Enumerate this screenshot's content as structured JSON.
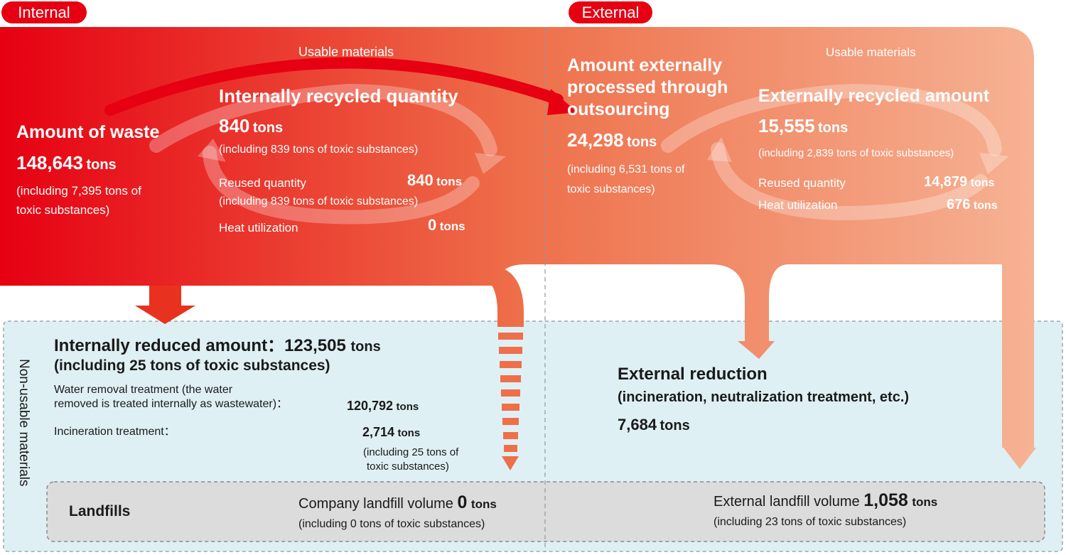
{
  "labels": {
    "internal": "Internal",
    "external": "External",
    "usable_materials": "Usable materials",
    "non_usable_materials": "Non-usable materials"
  },
  "waste": {
    "title": "Amount of waste",
    "value": "148,643",
    "unit": "tons",
    "note1": "(including 7,395 tons of",
    "note2": "toxic substances)"
  },
  "internal_recycled": {
    "title": "Internally recycled quantity",
    "value": "840",
    "unit": "tons",
    "note": "(including 839 tons of toxic substances)",
    "reused_label": "Reused quantity",
    "reused_value": "840",
    "reused_note": "(including 839 tons of toxic substances)",
    "heat_label": "Heat utilization",
    "heat_value": "0"
  },
  "outsourced": {
    "title1": "Amount externally",
    "title2": "processed through",
    "title3": "outsourcing",
    "value": "24,298",
    "unit": "tons",
    "note1": "(including 6,531 tons of",
    "note2": "toxic substances)"
  },
  "external_recycled": {
    "title": "Externally recycled amount",
    "value": "15,555",
    "unit": "tons",
    "note": "(including 2,839 tons of toxic substances)",
    "reused_label": "Reused quantity",
    "reused_value": "14,879",
    "heat_label": "Heat utilization",
    "heat_value": "676"
  },
  "internal_reduced": {
    "title": "Internally reduced amount：",
    "value": "123,505",
    "unit": "tons",
    "note": "(including 25 tons of toxic substances)",
    "water_line1": "Water removal treatment (the water",
    "water_line2": "removed is treated internally as wastewater)：",
    "water_value": "120,792",
    "unit_small": "tons",
    "incin_label": "Incineration treatment：",
    "incin_value": "2,714",
    "incin_note1": "(including 25 tons of",
    "incin_note2": "toxic substances)"
  },
  "external_reduction": {
    "title": "External reduction",
    "subtitle": "(incineration, neutralization treatment, etc.)",
    "value": "7,684",
    "unit": "tons"
  },
  "landfills": {
    "title": "Landfills",
    "company_label": "Company landfill volume",
    "company_value": "0",
    "company_note": "(including 0 tons of toxic substances)",
    "external_label": "External landfill volume",
    "external_value": "1,058",
    "external_note": "(including 23 tons of toxic substances)",
    "unit": "tons"
  },
  "colors": {
    "red": "#e60012",
    "light": "#f5b090",
    "blue_box": "#dff0f4",
    "gray_box": "#dcdcdc"
  }
}
